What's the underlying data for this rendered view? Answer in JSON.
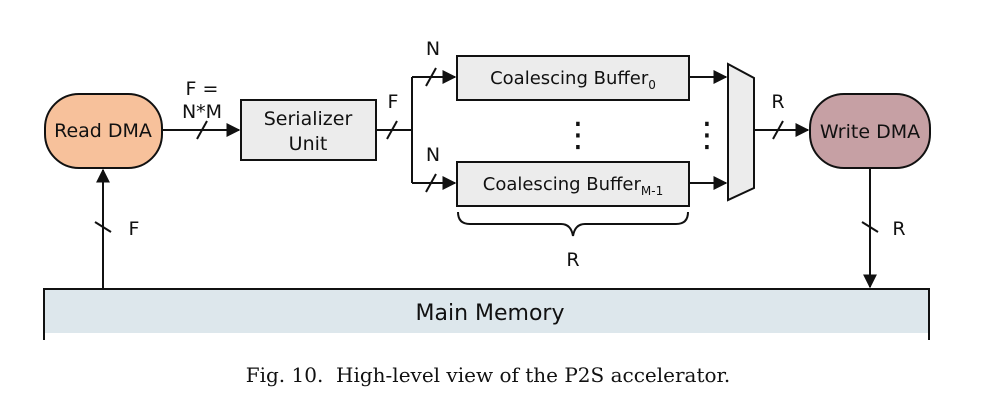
{
  "blocks": {
    "read_dma": "Read DMA",
    "serializer_line1": "Serializer",
    "serializer_line2": "Unit",
    "coalescing_0_main": "Coalescing Buffer",
    "coalescing_0_sub": "0",
    "coalescing_m1_main": "Coalescing Buffer",
    "coalescing_m1_sub": "M-1",
    "write_dma": "Write DMA",
    "main_memory": "Main Memory"
  },
  "labels": {
    "f_eq_line1": "F =",
    "f_eq_line2": "N*M",
    "f_serial": "F",
    "n_top": "N",
    "n_bottom": "N",
    "r_mux": "R",
    "r_brace": "R",
    "f_feedback": "F",
    "r_down": "R"
  },
  "ellipsis": "⋮",
  "caption": "Fig. 10.  High-level view of the P2S accelerator.",
  "colors": {
    "read_dma": "#f7c19b",
    "write_dma": "#c6a0a4",
    "box": "#ececec",
    "memory": "#dde7ec"
  }
}
